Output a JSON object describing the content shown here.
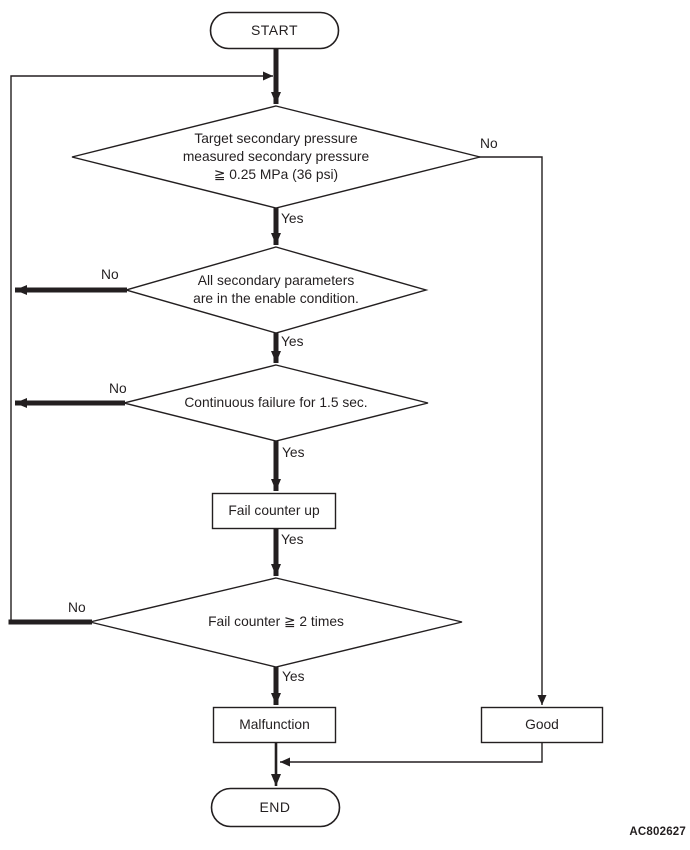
{
  "figure_code": "AC802627",
  "flow": {
    "yes": "Yes",
    "no": "No",
    "start_label": "START",
    "end_label": "END",
    "decision1": {
      "line1": "Target secondary pressure",
      "line2": "measured secondary pressure",
      "line3": "≧ 0.25 MPa (36 psi)"
    },
    "decision2": {
      "line1": "All secondary parameters",
      "line2": "are in the enable condition."
    },
    "decision3": {
      "line1": "Continuous failure for 1.5 sec."
    },
    "decision4": {
      "line1": "Fail counter ≧ 2 times"
    },
    "process_fail_counter": "Fail counter up",
    "process_malfunction": "Malfunction",
    "process_good": "Good",
    "line_color": "#231f20",
    "background_color": "#ffffff"
  }
}
